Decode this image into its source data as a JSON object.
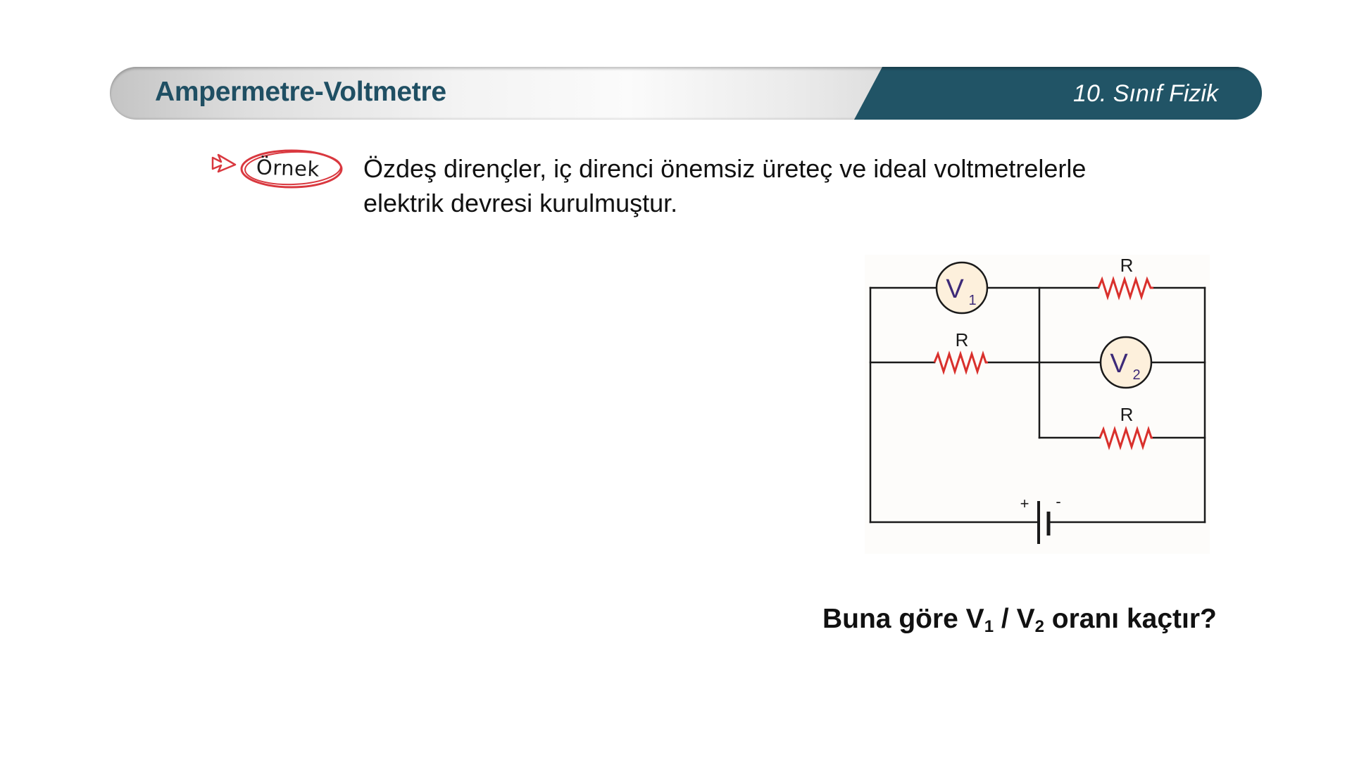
{
  "header": {
    "title": "Ampermetre-Voltmetre",
    "subtitle": "10. Sınıf Fizik",
    "accent_color": "#215466",
    "title_color": "#1f4f63"
  },
  "example": {
    "badge_label": "Örnek",
    "badge_color": "#d9383f",
    "text_line1": "Özdeş dirençler, iç direnci önemsiz üreteç ve ideal voltmetrelerle",
    "text_line2": "elektrik devresi kurulmuştur."
  },
  "circuit": {
    "resistor_label": "R",
    "voltmeter_1": {
      "letter": "V",
      "subscript": "1"
    },
    "voltmeter_2": {
      "letter": "V",
      "subscript": "2"
    },
    "battery_plus": "+",
    "battery_minus": "-",
    "resistor_color": "#d9302c",
    "meter_fill": "#fdf0dc",
    "meter_text_color": "#3d2a78"
  },
  "question": {
    "prefix": "Buna göre V",
    "sub1": "1",
    "middle": " / V",
    "sub2": "2",
    "suffix": " oranı kaçtır?"
  }
}
